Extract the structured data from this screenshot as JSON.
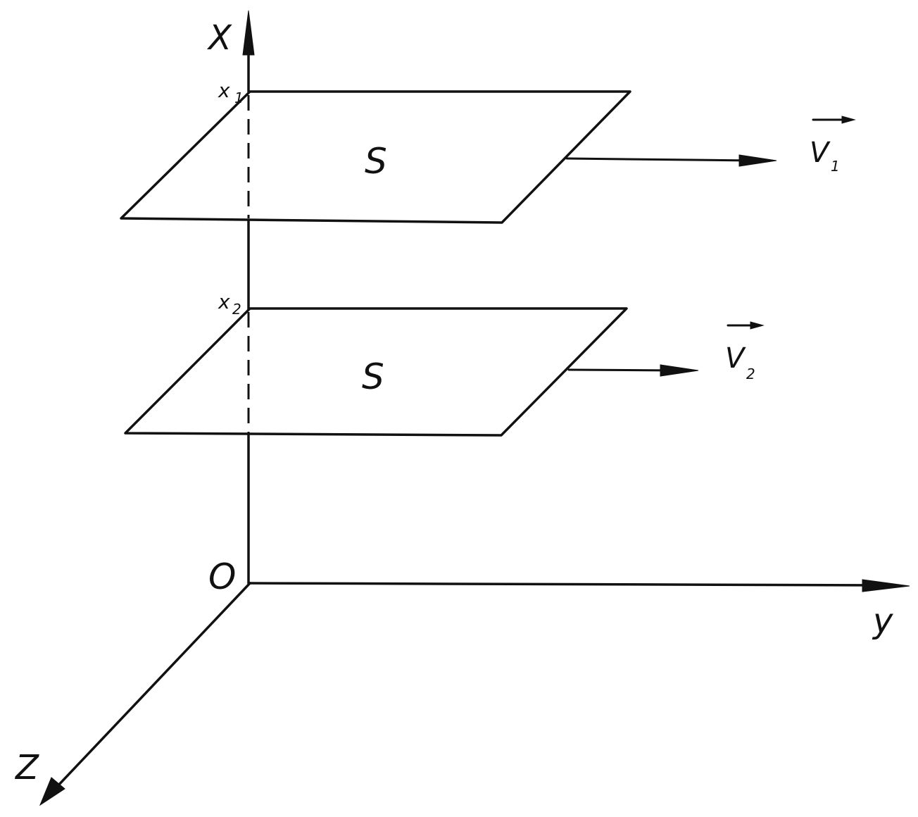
{
  "labels": {
    "axis_x": "X",
    "axis_y": "y",
    "axis_z": "Z",
    "origin": "O",
    "level_1_base": "x",
    "level_1_sub": "1",
    "level_2_base": "x",
    "level_2_sub": "2",
    "plane_1": "S",
    "plane_2": "S",
    "velocity_1_base": "V",
    "velocity_1_sub": "1",
    "velocity_2_base": "V",
    "velocity_2_sub": "2"
  }
}
